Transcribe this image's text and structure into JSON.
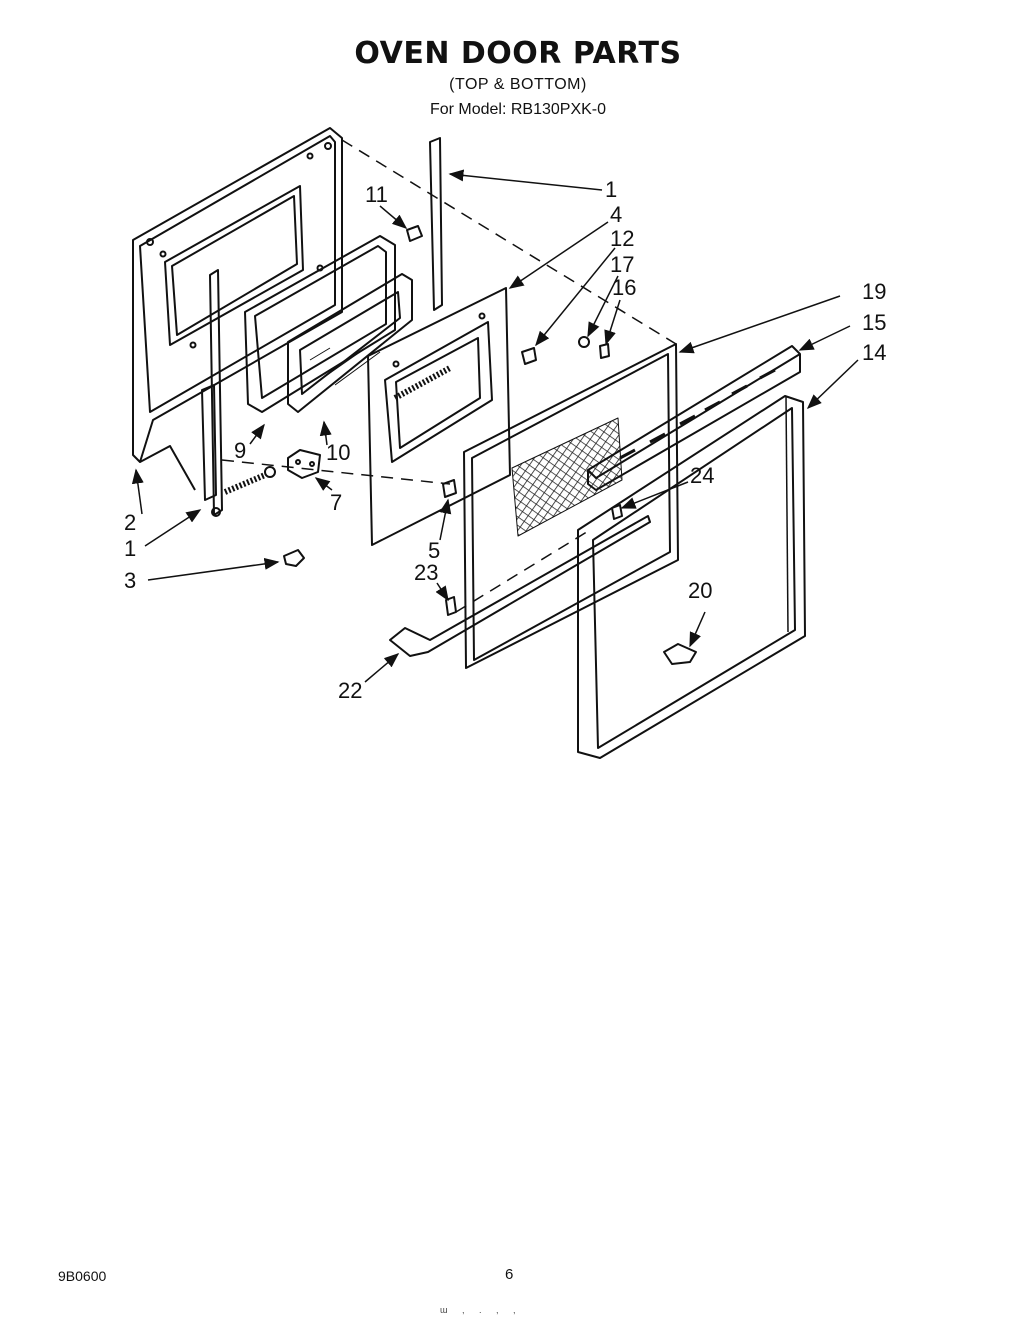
{
  "header": {
    "title": "OVEN DOOR PARTS",
    "subtitle": "(TOP & BOTTOM)",
    "model": "For Model: RB130PXK-0"
  },
  "callouts": [
    "1",
    "2",
    "1",
    "3",
    "4",
    "5",
    "7",
    "9",
    "10",
    "11",
    "12",
    "14",
    "15",
    "16",
    "17",
    "19",
    "20",
    "22",
    "23",
    "24"
  ],
  "footer": {
    "code": "9B0600",
    "page": "6",
    "marks": "ɯ , . , ,"
  }
}
